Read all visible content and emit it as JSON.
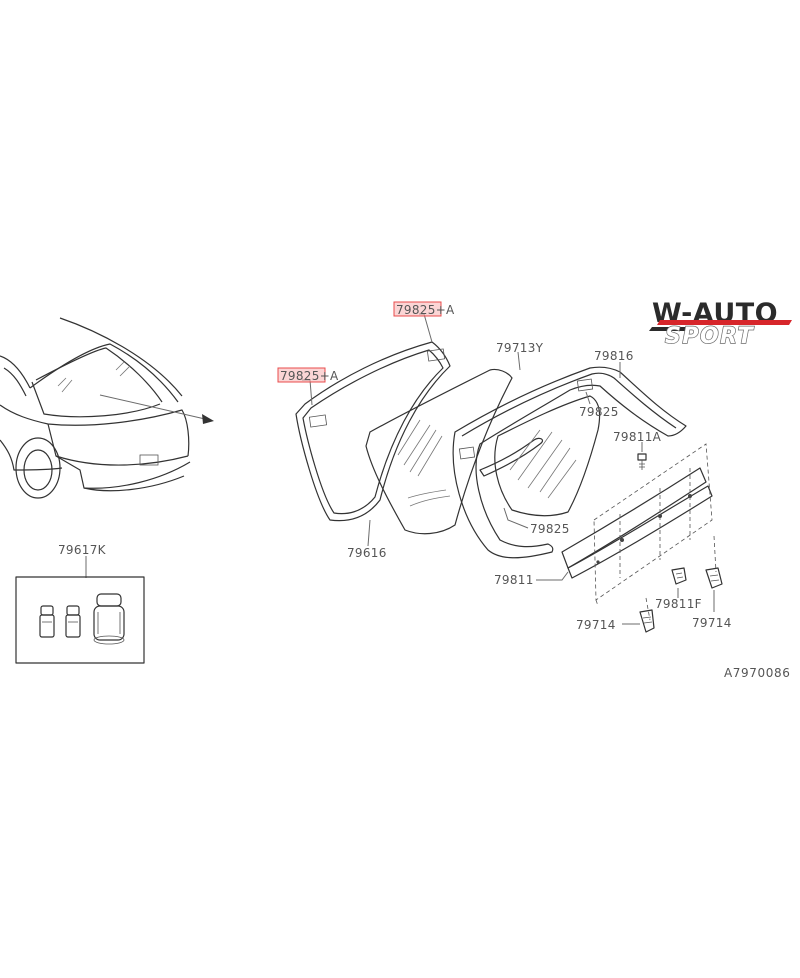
{
  "labels": {
    "p79825_a_top": {
      "part": "79825",
      "suffix": "+A"
    },
    "p79825_a_left": {
      "part": "79825",
      "suffix": "+A"
    },
    "p79713y": "79713Y",
    "p79816": "79816",
    "p79825_corner": "79825",
    "p79811a": "79811A",
    "p79825_lower": "79825",
    "p79616": "79616",
    "p79811": "79811",
    "p79811f": "79811F",
    "p79714_right": "79714",
    "p79714_left": "79714",
    "p79617k": "79617K"
  },
  "reference_code": "A7970086",
  "logo": {
    "line1": "W-AUTO",
    "line2": "SPORT",
    "accent_color": "#d7262b",
    "dark_color": "#2b2b2b"
  },
  "highlight_color": "#e84c4c"
}
